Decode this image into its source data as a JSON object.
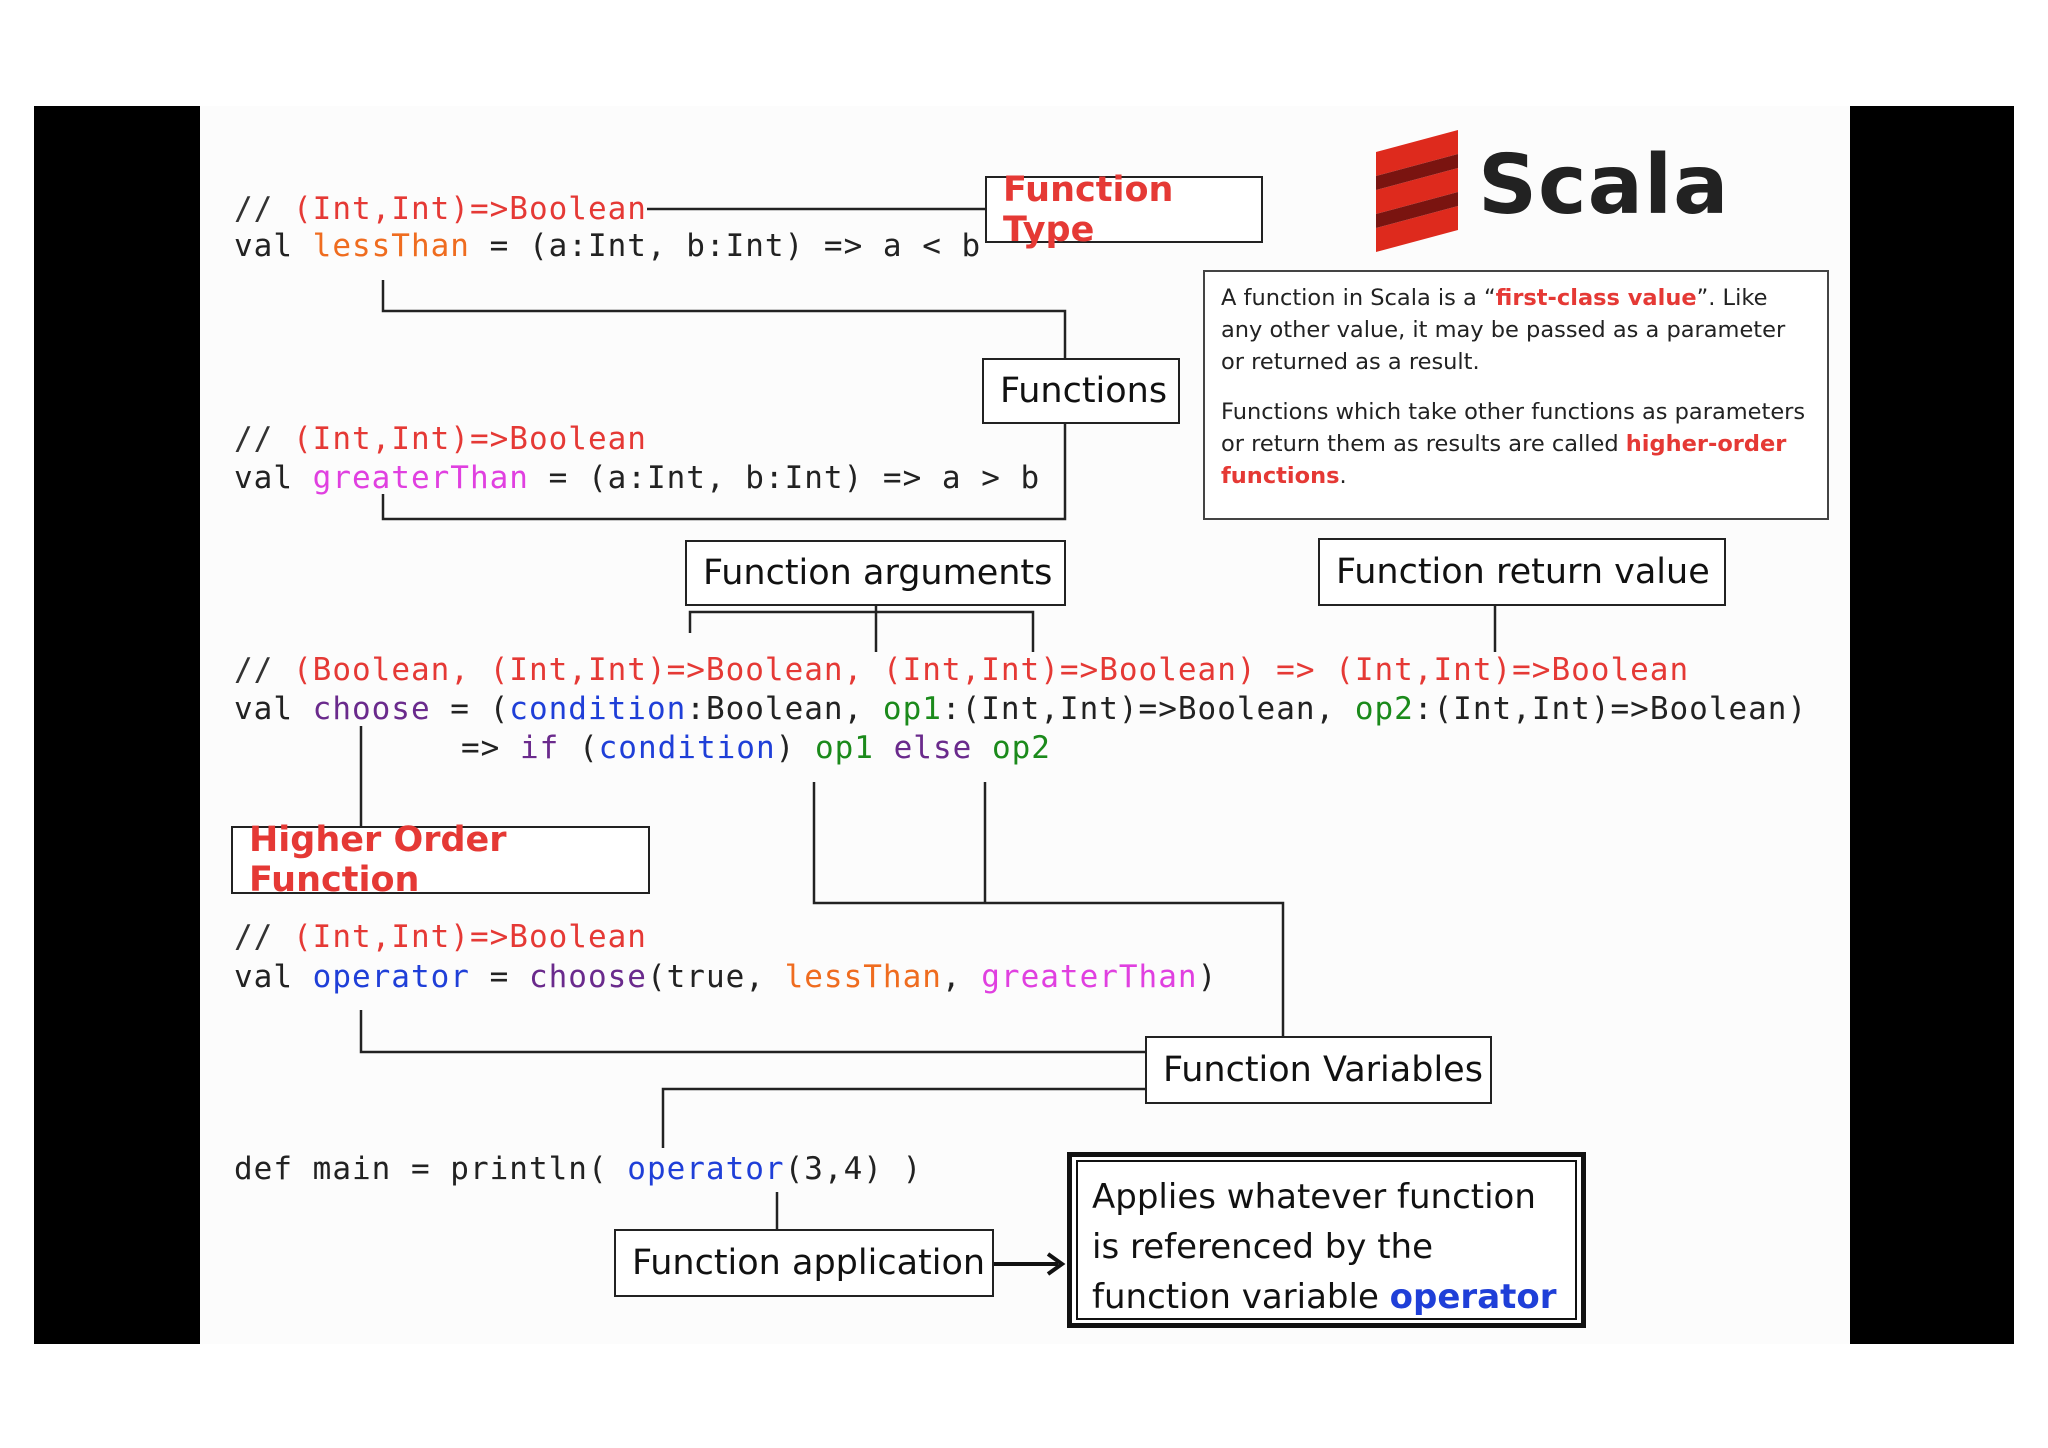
{
  "logo": {
    "text": "Scala",
    "color": "#de2a1d"
  },
  "info_box": {
    "p1_a": "A function in Scala is a “",
    "p1_b": "first-class value",
    "p1_c": "”. Like any other value, it may be passed as a parameter or returned as a result.",
    "p2_a": "Functions which take other functions as parameters or return them as results are called ",
    "p2_b": "higher-order functions",
    "p2_c": "."
  },
  "code": {
    "l1": {
      "c": "// ",
      "t": "(Int,Int)=>Boolean"
    },
    "l2": {
      "a": "val ",
      "name": "lessThan",
      "b": " = (a:Int, b:Int) => a < b"
    },
    "l3": {
      "c": "// ",
      "t": "(Int,Int)=>Boolean"
    },
    "l4": {
      "a": "val ",
      "name": "greaterThan",
      "b": " = (a:Int, b:Int) => a > b"
    },
    "l5": {
      "c": "// ",
      "t": "(Boolean, (Int,Int)=>Boolean, (Int,Int)=>Boolean) => (Int,Int)=>Boolean"
    },
    "l6": {
      "a": "val ",
      "name": "choose",
      "b": " = (",
      "cond": "condition",
      "c": ":Boolean, ",
      "op1": "op1",
      "d": ":(Int,Int)=>Boolean, ",
      "op2": "op2",
      "e": ":(Int,Int)=>Boolean)"
    },
    "l7": {
      "a": "   => ",
      "kif": "if",
      "b": " (",
      "cond": "condition",
      "c": ") ",
      "op1": "op1",
      "d": " ",
      "kelse": "else",
      "e": " ",
      "op2": "op2"
    },
    "l8": {
      "c": "// ",
      "t": "(Int,Int)=>Boolean"
    },
    "l9": {
      "a": "val ",
      "name": "operator",
      "b": " = ",
      "fn": "choose",
      "c": "(true, ",
      "lt": "lessThan",
      "d": ", ",
      "gt": "greaterThan",
      "e": ")"
    },
    "l10": {
      "a": "def main = println( ",
      "name": "operator",
      "b": "(3,4) )"
    }
  },
  "labels": {
    "function_type": "Function Type",
    "functions": "Functions",
    "function_arguments": "Function arguments",
    "function_return_value": "Function return value",
    "higher_order_function": "Higher Order Function",
    "function_variables": "Function Variables",
    "function_application": "Function application"
  },
  "applies": {
    "text": "Applies whatever function is referenced by the function variable ",
    "op": "operator"
  }
}
